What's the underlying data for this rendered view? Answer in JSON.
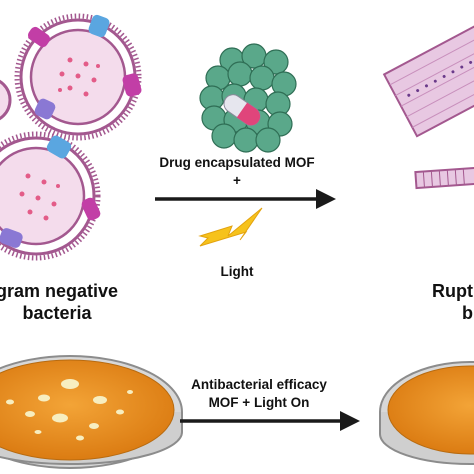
{
  "labels": {
    "gram_negative_line1": "gram negative",
    "gram_negative_line2": "bacteria",
    "ruptured_line1": "Rupt",
    "ruptured_line2": "b",
    "drug": "Drug encapsulated MOF",
    "plus": "+",
    "light": "Light",
    "efficacy_line1": "Antibacterial efficacy",
    "efficacy_line2": "MOF + Light On"
  },
  "colors": {
    "membrane": "#a3588f",
    "cytoplasm": "#f4dcec",
    "dots": "#e35c88",
    "porin_magenta": "#c23ea6",
    "porin_blue": "#5aa6e0",
    "porin_violet": "#8a78d4",
    "mof_green": "#5aa88a",
    "capsule_pink": "#e0457b",
    "bolt_yellow": "#f6c21c",
    "arrow": "#1a1a1a",
    "dish_agar": "#e98c1e",
    "colony": "#f7eec0",
    "fragment": "#e8c8e2"
  },
  "icons": [
    "bacterium",
    "mof-cube",
    "drug-capsule",
    "lightning-bolt",
    "petri-dish",
    "membrane-fragment",
    "arrow-right"
  ]
}
